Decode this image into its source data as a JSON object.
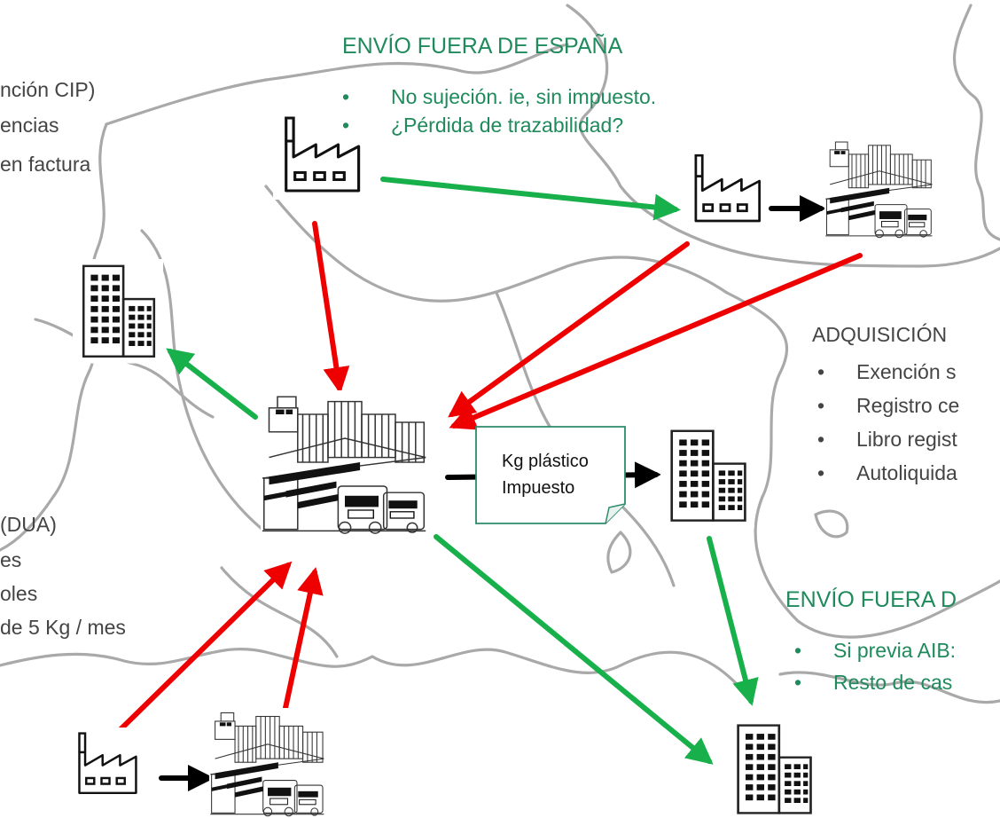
{
  "colors": {
    "green_text": "#1f8a5b",
    "gray_text": "#444444",
    "arrow_red": "#ee0000",
    "arrow_green": "#17b04a",
    "arrow_black": "#000000",
    "map_line": "#a9a9a9",
    "note_border": "#2e8b6a"
  },
  "top_left_panel": {
    "lines": [
      "nción CIP)",
      "encias",
      "en factura"
    ]
  },
  "envio_fuera_top": {
    "title": "ENVÍO FUERA DE ESPAÑA",
    "bullets": [
      "No sujeción. ie, sin impuesto.",
      "¿Pérdida de trazabilidad?"
    ]
  },
  "adquisicion": {
    "title": "ADQUISICIÓN",
    "bullets": [
      "Exención s",
      "Registro ce",
      "Libro regist",
      "Autoliquida"
    ]
  },
  "note": {
    "line1": "Kg plástico",
    "line2": "Impuesto"
  },
  "left_lower_panel": {
    "lines": [
      "(DUA)",
      "es",
      "oles",
      "de 5 Kg / mes"
    ]
  },
  "envio_fuera_bottom": {
    "title": "ENVÍO FUERA D",
    "bullets": [
      "Si previa AIB:",
      "Resto de cas"
    ]
  },
  "icons": [
    "factory-icon",
    "warehouse-icon",
    "office-building-icon"
  ]
}
